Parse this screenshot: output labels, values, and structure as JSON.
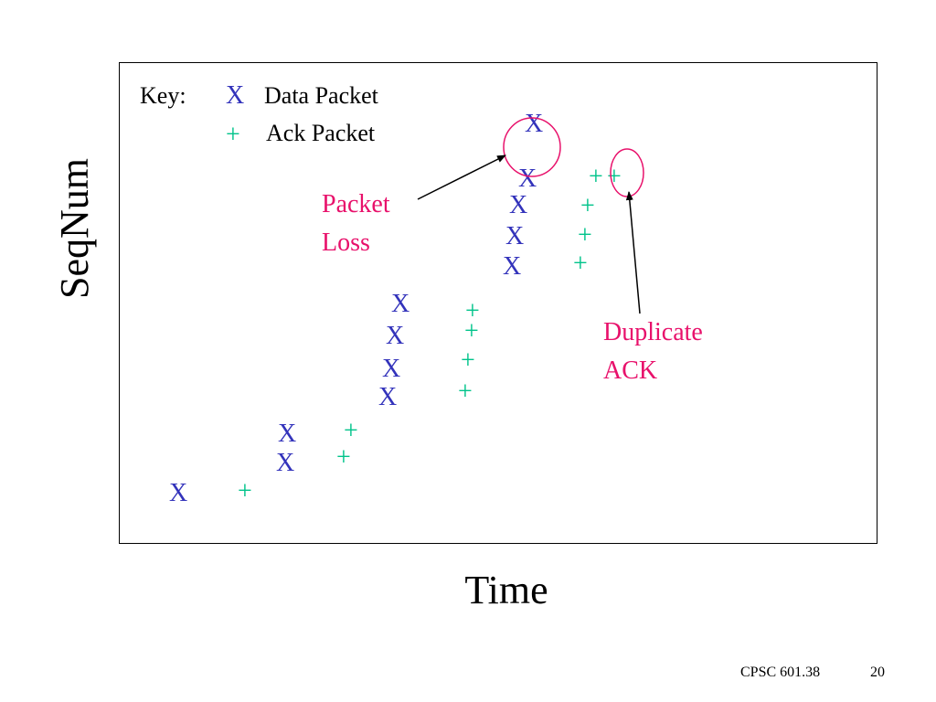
{
  "axes": {
    "ylabel": "SeqNum",
    "xlabel": "Time"
  },
  "key": {
    "title": "Key:",
    "data_symbol": "X",
    "data_label": "Data Packet",
    "ack_symbol": "+",
    "ack_label": "Ack Packet"
  },
  "annotations": {
    "loss_line1": "Packet",
    "loss_line2": "Loss",
    "dup_line1": "Duplicate",
    "dup_line2": "ACK"
  },
  "colors": {
    "data": "#3333bb",
    "ack": "#00c38a",
    "annotation": "#e8116b",
    "circle": "#e8116b"
  },
  "marks": {
    "data_symbol": "X",
    "ack_symbol": "+"
  },
  "footer": {
    "course": "CPSC 601.38",
    "page": "20"
  }
}
